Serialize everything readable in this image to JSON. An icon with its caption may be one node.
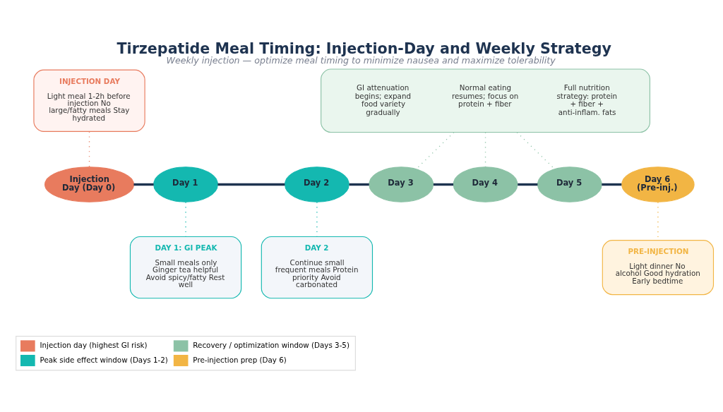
{
  "diagram": {
    "title": "Tirzepatide Meal Timing: Injection-Day and Weekly Strategy",
    "caption": "Weekly injection — optimize meal timing to minimize nausea and maximize tolerability",
    "nodes": [
      {
        "text": [
          "Injection Day (Day 0)"
        ]
      },
      {
        "text": [
          "Day 1"
        ]
      },
      {
        "text": [
          "Day 2"
        ]
      },
      {
        "text": [
          "Day 3"
        ]
      },
      {
        "text": [
          "Day 4"
        ]
      },
      {
        "text": [
          "Day 5"
        ]
      },
      {
        "text": [
          "Day 6 (Pre-inj.)"
        ]
      },
      {
        "text": [
          "INJECTION DAY",
          "Light meal 1-2h before injection No large/fatty meals Stay hydrated"
        ]
      },
      {
        "text": [
          "GI attenuation begins; expand food variety gradually",
          "Normal eating resumes; focus on protein + fiber",
          "Full nutrition strategy: protein + fiber + anti-inflam. fats"
        ]
      },
      {
        "text": [
          "DAY 1: GI PEAK",
          "Small meals only Ginger tea helpful Avoid spicy/fatty Rest well"
        ]
      },
      {
        "text": [
          "DAY 2",
          "Continue small frequent meals Protein priority Avoid carbonated"
        ]
      },
      {
        "text": [
          "PRE-INJECTION",
          "Light dinner No alcohol Good hydration Early bedtime"
        ]
      }
    ],
    "edges": [
      {
        "from": 0,
        "to": 1,
        "arrow": "none",
        "style": "thick"
      },
      {
        "from": 1,
        "to": 2,
        "arrow": "none",
        "style": "thick"
      },
      {
        "from": 2,
        "to": 3,
        "arrow": "none",
        "style": "thick"
      },
      {
        "from": 3,
        "to": 4,
        "arrow": "none",
        "style": "thick"
      },
      {
        "from": 4,
        "to": 5,
        "arrow": "none",
        "style": "thick"
      },
      {
        "from": 5,
        "to": 6,
        "arrow": "none",
        "style": "thick"
      },
      {
        "from": 7,
        "to": 0,
        "arrow": "none",
        "style": "dashed",
        "color": "#e87b5e"
      },
      {
        "from": 8,
        "to": 3,
        "arrow": "none",
        "style": "dashed",
        "color": "#8cc2a6"
      },
      {
        "from": 8,
        "to": 4,
        "arrow": "none",
        "style": "dashed",
        "color": "#8cc2a6"
      },
      {
        "from": 8,
        "to": 5,
        "arrow": "none",
        "style": "dashed",
        "color": "#8cc2a6"
      },
      {
        "from": 1,
        "to": 9,
        "arrow": "none",
        "style": "dashed",
        "color": "#14b8b0"
      },
      {
        "from": 2,
        "to": 10,
        "arrow": "none",
        "style": "dashed",
        "color": "#14b8b0"
      },
      {
        "from": 6,
        "to": 11,
        "arrow": "none",
        "style": "dashed",
        "color": "#f2b544"
      }
    ],
    "legend": [
      {
        "text": "Injection day (highest GI risk)",
        "color": "#e87b5e"
      },
      {
        "text": "Recovery / optimization window (Days 3-5)",
        "color": "#8cc2a6"
      },
      {
        "text": "Peak side effect window (Days 1-2)",
        "color": "#14b8b0"
      },
      {
        "text": "Pre-injection prep (Day 6)",
        "color": "#f2b544"
      }
    ]
  }
}
